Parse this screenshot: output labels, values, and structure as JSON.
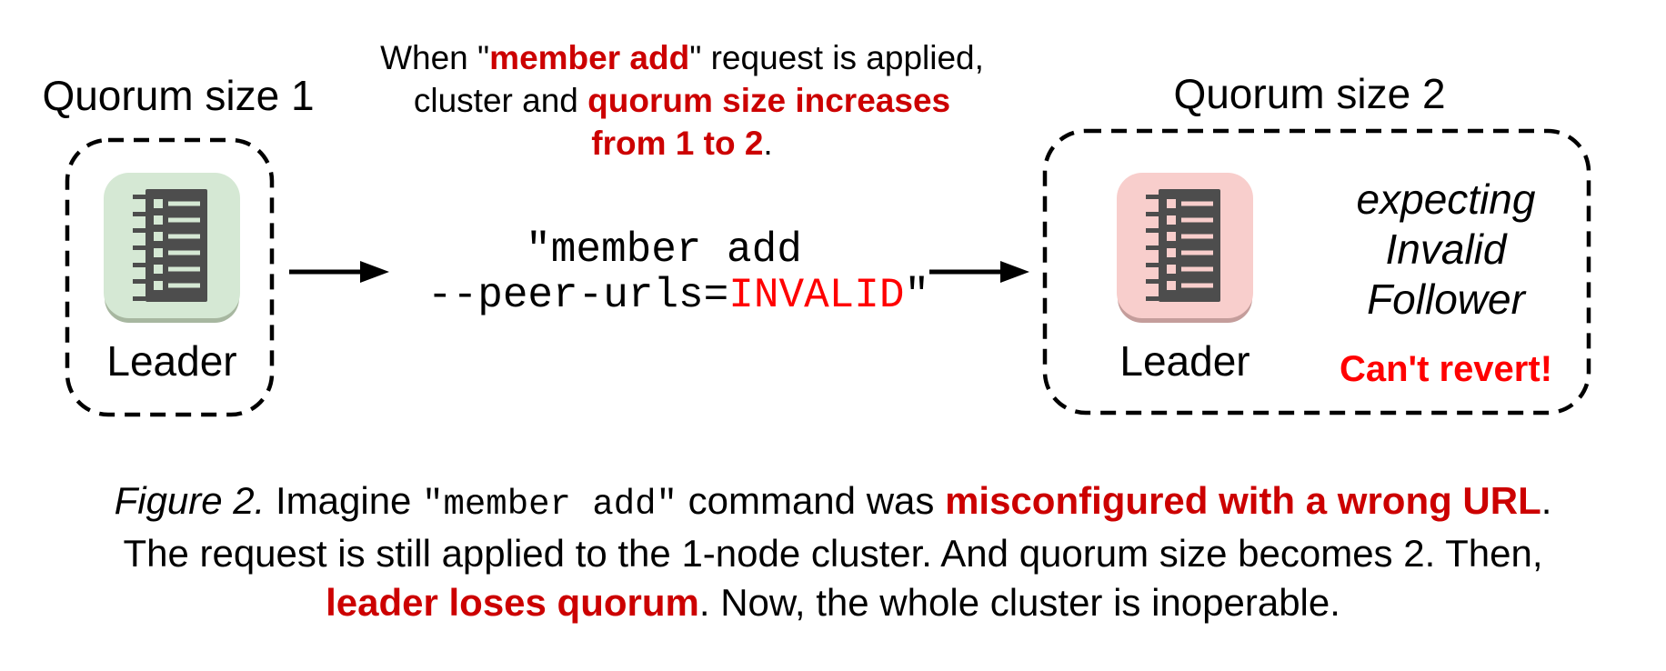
{
  "colors": {
    "accent_red": "#cc0000",
    "alert_red": "#ff0000",
    "node_green_bg": "#d5e8d4",
    "node_green_edge": "#a7b7a0",
    "node_pink_bg": "#f8cecc",
    "node_pink_edge": "#c49d9b",
    "server_glyph": "#4d4d4d",
    "outline_black": "#000000"
  },
  "left_cluster": {
    "title": "Quorum size 1",
    "node_label": "Leader"
  },
  "right_cluster": {
    "title": "Quorum size 2",
    "node_label": "Leader",
    "status_lines": [
      "expecting",
      "Invalid",
      "Follower"
    ],
    "warning": "Can't revert!"
  },
  "annotation": {
    "line1_pre": "When \"",
    "line1_em": "member add",
    "line1_post": "\" request is applied,",
    "line2_pre": "cluster and ",
    "line2_em": "quorum size increases",
    "line3_em": "from 1 to 2",
    "line3_post": "."
  },
  "command": {
    "line1": "\"member add",
    "line2_pre": "--peer-urls=",
    "line2_em": "INVALID",
    "line2_post": "\""
  },
  "caption": {
    "figure_label": "Figure 2.",
    "s1": " Imagine ",
    "code": "\"member add\"",
    "s2": " command was ",
    "em1": "misconfigured with a wrong URL",
    "s3": ".",
    "line2": "The request is still applied to the 1-node cluster. And quorum size becomes 2. Then,",
    "em2": "leader loses quorum",
    "s4": ". Now, the whole cluster is inoperable."
  }
}
